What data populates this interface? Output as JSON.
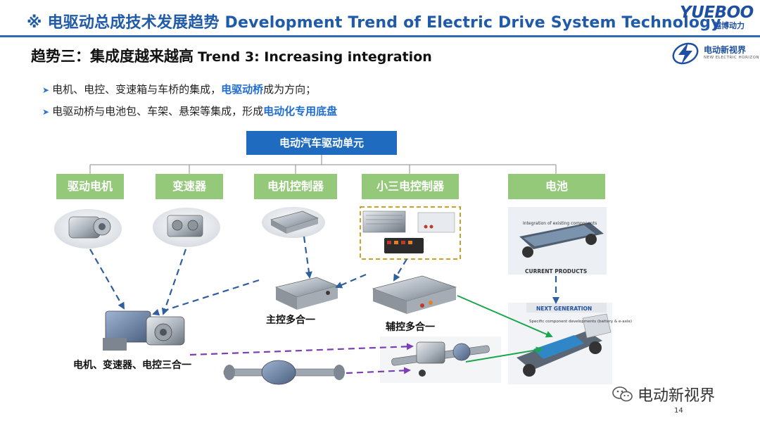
{
  "header": {
    "title": "※ 电驱动总成技术发展趋势 Development Trend of Electric Drive System Technology",
    "brand_en": "YUEBOO",
    "brand_cn": "越博动力",
    "accent": "#2e6db5"
  },
  "subtitle": {
    "cn": "趋势三：集成度越来越高",
    "en": "Trend 3: Increasing integration"
  },
  "media_logo": {
    "cn": "电动新视界",
    "en": "NEW ELECTRIC HORIZON"
  },
  "bullets": [
    {
      "pre": "电机、电控、变速箱与车桥的集成，",
      "hl": "电驱动桥",
      "post": "成为方向；"
    },
    {
      "pre": "电驱动桥与电池包、车架、悬架等集成，形成",
      "hl": "电动化专用底盘",
      "post": ""
    }
  ],
  "center_node": "电动汽车驱动单元",
  "categories": [
    "驱动电机",
    "变速器",
    "电机控制器",
    "小三电控制器",
    "电池"
  ],
  "battery_panel": {
    "integration_note": "Integration of existing components",
    "current_label": "CURRENT PRODUCTS",
    "next_label": "NEXT GENERATION",
    "next_note": "Specific component developments (battery & e-axle)"
  },
  "labels": {
    "main_controller": "主控多合一",
    "aux_controller": "辅控多合一",
    "three_in_one": "电机、变速器、电控三合一"
  },
  "footer": {
    "watermark": "电动新视界",
    "page_number": "14"
  },
  "colors": {
    "category_green": "#93c979",
    "center_blue": "#1e6bbf",
    "dashed_blue": "#2f5f9e",
    "dashed_purple": "#7a3fb4",
    "green_line": "#1aa64a",
    "gold_dash": "#c9a227"
  }
}
